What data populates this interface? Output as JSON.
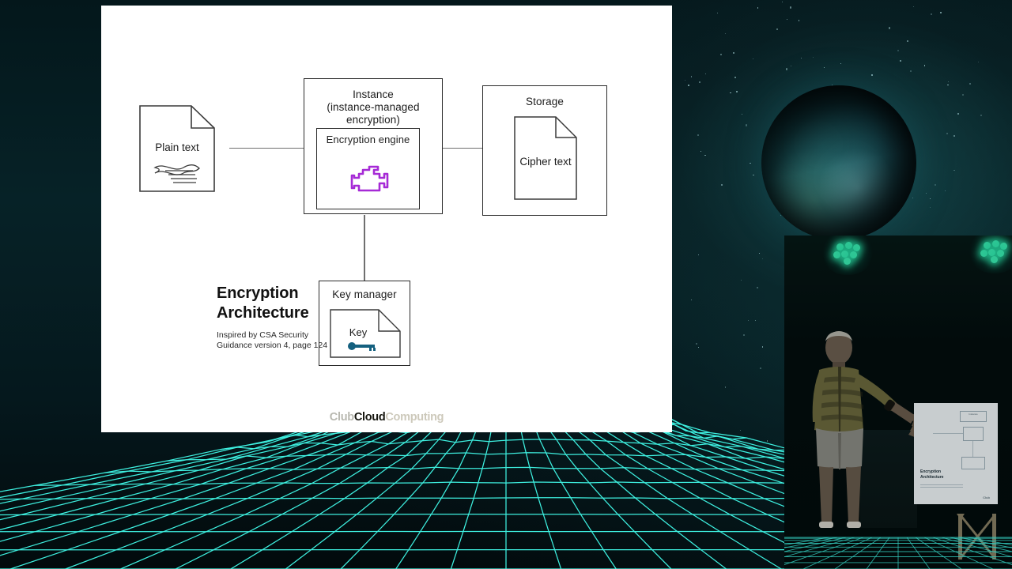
{
  "scene": {
    "background_color": "#04171b",
    "wireframe_color": "#3ef0e0",
    "planet_color": "#0f3d46"
  },
  "slide": {
    "background_color": "#ffffff",
    "title": "Encryption",
    "title_line2": "Architecture",
    "subtitle_line1": "Inspired by CSA Security",
    "subtitle_line2": "Guidance version 4, page 124",
    "footer": {
      "part1": "Club",
      "part2": "Cloud",
      "part3": "Computing"
    },
    "nodes": {
      "plain_text": {
        "label": "Plain text",
        "icon": "document-lines-icon"
      },
      "instance": {
        "label_line1": "Instance",
        "label_line2": "(instance-managed",
        "label_line3": "encryption)",
        "inner_label": "Encryption engine",
        "icon": "engine-icon",
        "icon_color": "#a62ad6"
      },
      "storage": {
        "label": "Storage",
        "inner_label": "Cipher text",
        "icon": "document-icon"
      },
      "key_manager": {
        "label": "Key manager",
        "inner_label": "Key",
        "icon": "key-icon",
        "icon_color": "#14607f"
      }
    },
    "connections": [
      {
        "from": "plain_text",
        "to": "instance"
      },
      {
        "from": "instance",
        "to": "storage"
      },
      {
        "from": "instance",
        "to": "key_manager"
      }
    ]
  },
  "video": {
    "label": "presenter-camera-feed",
    "stage_light_color": "#3bf0b4",
    "screen_title_line1": "Encryption",
    "screen_title_line2": "Architecture",
    "screen_footer": "Club"
  }
}
